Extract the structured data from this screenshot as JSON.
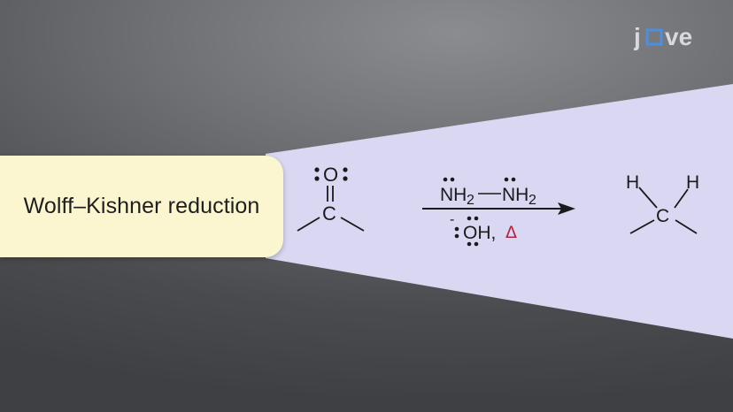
{
  "logo": {
    "text_pre": "j",
    "text_mid": "o",
    "text_post": "ve",
    "accent_color": "#4a90e2"
  },
  "label": {
    "text": "Wolff–Kishner reduction"
  },
  "reactant": {
    "oxygen": "O",
    "carbon": "C"
  },
  "reagents": {
    "nh2_left": "NH",
    "nh2_left_sub": "2",
    "bond": "—",
    "nh2_right": "NH",
    "nh2_right_sub": "2",
    "minus": "-",
    "hydroxide": "OH,",
    "heat": "Δ",
    "heat_color": "#b0273f"
  },
  "product": {
    "h_left": "H",
    "h_right": "H",
    "carbon": "C"
  },
  "colors": {
    "beam": "#d9d7f2",
    "label_bg": "#fbf6cf"
  }
}
